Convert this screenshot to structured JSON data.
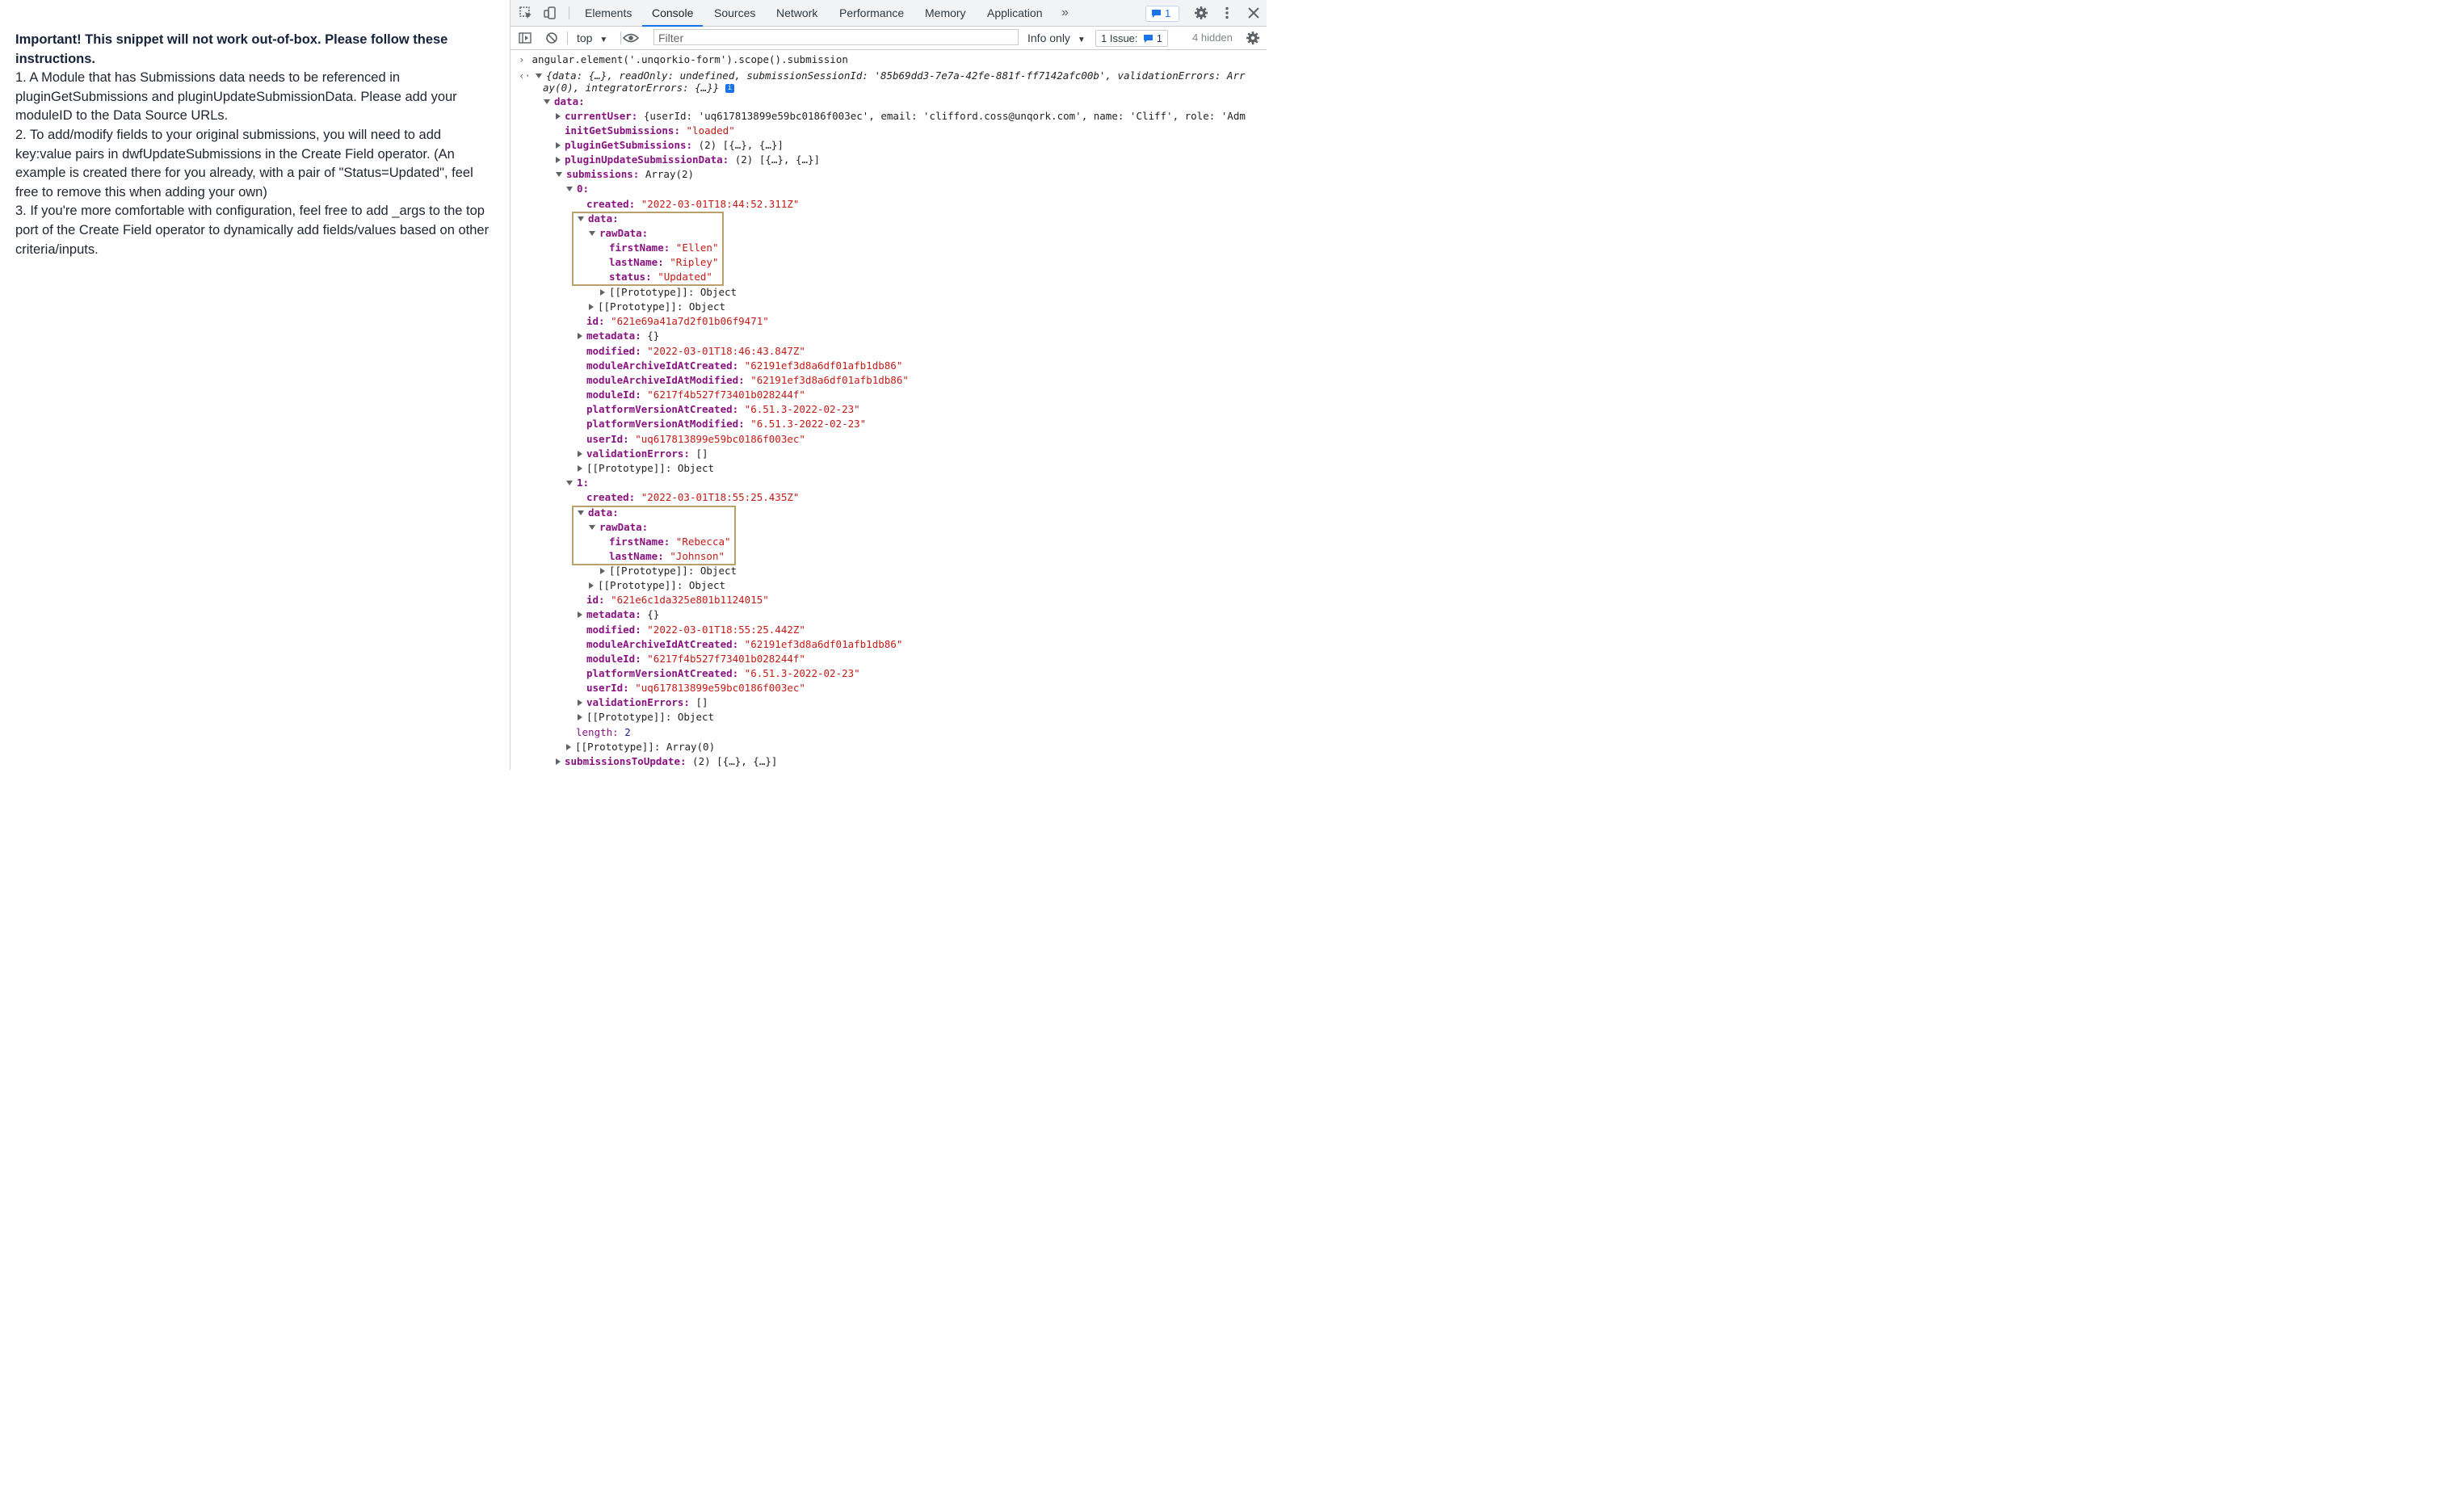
{
  "instructions": {
    "bold": "Important! This snippet will not work out-of-box. Please follow these instructions.",
    "items": [
      "1. A Module that has Submissions data needs to be referenced in pluginGetSubmissions and pluginUpdateSubmissionData. Please add your moduleID to the Data Source URLs.",
      "2. To add/modify fields to your original submissions, you will need to add key:value pairs in dwfUpdateSubmissions in the Create Field operator. (An example is created there for you already, with a pair of \"Status=Updated\", feel free to remove this when adding your own)",
      "3. If you're more comfortable with configuration, feel free to add _args to the top port of the Create Field operator to dynamically add fields/values based on other criteria/inputs."
    ]
  },
  "devtools": {
    "tabs": [
      "Elements",
      "Console",
      "Sources",
      "Network",
      "Performance",
      "Memory",
      "Application"
    ],
    "active_tab": "Console",
    "more": "»",
    "messages_count": "1",
    "context": "top",
    "filter_placeholder": "Filter",
    "level": "Info only",
    "issue_label": "1 Issue:",
    "issue_count": "1",
    "hidden": "4 hidden"
  },
  "console": {
    "command": "angular.element('.unqorkio-form').scope().submission",
    "summary": "{data: {…}, readOnly: undefined, submissionSessionId: '85b69dd3-7e7a-42fe-881f-ff7142afc00b', validationErrors: Arr",
    "summary2": "ay(0), integratorErrors: {…}}",
    "data_key": "data:",
    "currentUser": "{userId: 'uq617813899e59bc0186f003ec', email: 'clifford.coss@unqork.com', name: 'Cliff', role: 'Adm",
    "initGetSubmissions": "\"loaded\"",
    "pluginGetSubmissions": "(2) [{…}, {…}]",
    "pluginUpdateSubmissionData": "(2) [{…}, {…}]",
    "submissions": "Array(2)",
    "s0": {
      "created": "\"2022-03-01T18:44:52.311Z\"",
      "firstName": "\"Ellen\"",
      "lastName": "\"Ripley\"",
      "status": "\"Updated\"",
      "id": "\"621e69a41a7d2f01b06f9471\"",
      "metadata": "{}",
      "modified": "\"2022-03-01T18:46:43.847Z\"",
      "moduleArchiveIdAtCreated": "\"62191ef3d8a6df01afb1db86\"",
      "moduleArchiveIdAtModified": "\"62191ef3d8a6df01afb1db86\"",
      "moduleId": "\"6217f4b527f73401b028244f\"",
      "platformVersionAtCreated": "\"6.51.3-2022-02-23\"",
      "platformVersionAtModified": "\"6.51.3-2022-02-23\"",
      "userId": "\"uq617813899e59bc0186f003ec\"",
      "validationErrors": "[]"
    },
    "s1": {
      "created": "\"2022-03-01T18:55:25.435Z\"",
      "firstName": "\"Rebecca\"",
      "lastName": "\"Johnson\"",
      "id": "\"621e6c1da325e801b1124015\"",
      "metadata": "{}",
      "modified": "\"2022-03-01T18:55:25.442Z\"",
      "moduleArchiveIdAtCreated": "\"62191ef3d8a6df01afb1db86\"",
      "moduleId": "\"6217f4b527f73401b028244f\"",
      "platformVersionAtCreated": "\"6.51.3-2022-02-23\"",
      "userId": "\"uq617813899e59bc0186f003ec\"",
      "validationErrors": "[]"
    },
    "prototype_object": "[[Prototype]]: Object",
    "prototype_array": "[[Prototype]]: Array(0)",
    "length": "2",
    "submissionsToUpdate": "(2) [{…}, {…}]"
  },
  "colors": {
    "accent": "#1a73e8",
    "highlight_box": "#b8a26a",
    "key": "#881280",
    "string": "#c41a16"
  }
}
